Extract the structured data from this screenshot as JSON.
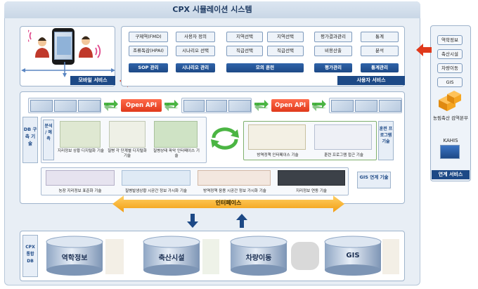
{
  "title": "CPX 시뮬레이션 시스템",
  "mobile": {
    "label": "모바일 서비스"
  },
  "user_service": {
    "label": "사용자 서비스",
    "groups": [
      {
        "items": [
          "구제역(FMD)",
          "조류독감(HPAI)"
        ],
        "button": "SOP 관리"
      },
      {
        "items": [
          "사용자 정의",
          "시나리오 선택"
        ],
        "button": "시나리오 관리"
      },
      {
        "items": [
          "지역선택",
          "지역선택",
          "직급선택",
          "직급선택"
        ],
        "button": "모의 훈련"
      },
      {
        "items": [
          "평가결과관리",
          "비용산출"
        ],
        "button": "평가관리"
      },
      {
        "items": [
          "통계",
          "분석"
        ],
        "button": "통계관리"
      }
    ]
  },
  "open_api": [
    "Open API",
    "Open API"
  ],
  "db_label": "DB 구축 기술",
  "analysis_label": "분석 / 예측",
  "analysis_items": [
    "지리정보 상황 디지털화 기술",
    "질병 각 단계별 디지털화 기술",
    "질병상태 파악 인터페이스 기술"
  ],
  "training_items": [
    "방역정책 인터페이스 기술",
    "훈련 프로그램 접근 기술"
  ],
  "training_label": "훈련 프로그램 기술",
  "gis_items": [
    "농장 지리정보 표준화 기술",
    "질병발생상황 시공간 정보 가시화 기술",
    "방역정책 응용 시공간 정보 가시화 기술",
    "지리정보 연동 기술"
  ],
  "gis_label": "GIS 연계 기술",
  "interface": "인터페이스",
  "db_integrated": "CPX 통합 DB",
  "databases": [
    "역학정보",
    "축산시설",
    "차량이동",
    "GIS"
  ],
  "linked": {
    "items": [
      "역학정보",
      "축산시설",
      "차량이동",
      "GIS"
    ],
    "org1": "농림축산 검역본부",
    "org2": "KAHIS",
    "label": "연계 서비스"
  },
  "colors": {
    "accent": "#1d4986",
    "orange": "#f5a623",
    "red": "#e0391b",
    "green": "#4bb543"
  }
}
